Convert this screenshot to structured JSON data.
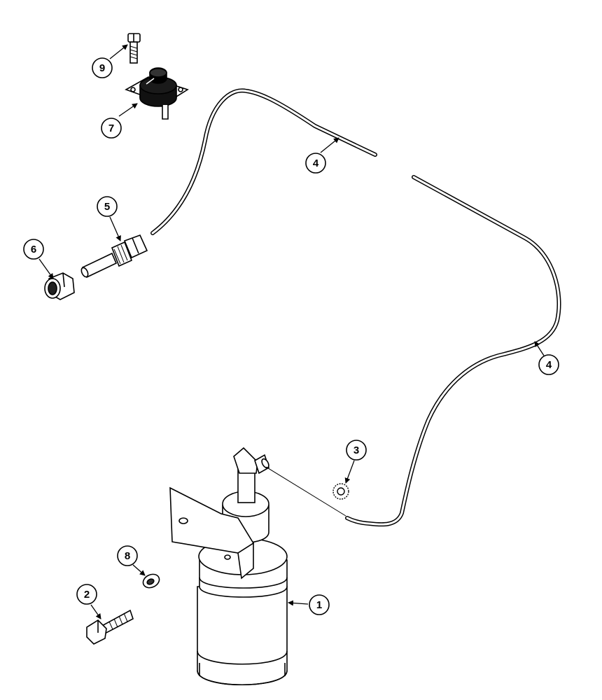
{
  "diagram": {
    "callouts": [
      {
        "id": "c9",
        "label": "9"
      },
      {
        "id": "c7",
        "label": "7"
      },
      {
        "id": "c4a",
        "label": "4"
      },
      {
        "id": "c5",
        "label": "5"
      },
      {
        "id": "c6",
        "label": "6"
      },
      {
        "id": "c4b",
        "label": "4"
      },
      {
        "id": "c3",
        "label": "3"
      },
      {
        "id": "c8",
        "label": "8"
      },
      {
        "id": "c2",
        "label": "2"
      },
      {
        "id": "c1",
        "label": "1"
      }
    ],
    "parts": [
      {
        "number": "1",
        "name": "receiver-drier"
      },
      {
        "number": "2",
        "name": "bolt"
      },
      {
        "number": "3",
        "name": "lock-washer"
      },
      {
        "number": "4",
        "name": "capillary-tube"
      },
      {
        "number": "5",
        "name": "sensor-fitting"
      },
      {
        "number": "6",
        "name": "nut"
      },
      {
        "number": "7",
        "name": "pressure-switch"
      },
      {
        "number": "8",
        "name": "flat-washer"
      },
      {
        "number": "9",
        "name": "cap-screw"
      }
    ]
  }
}
